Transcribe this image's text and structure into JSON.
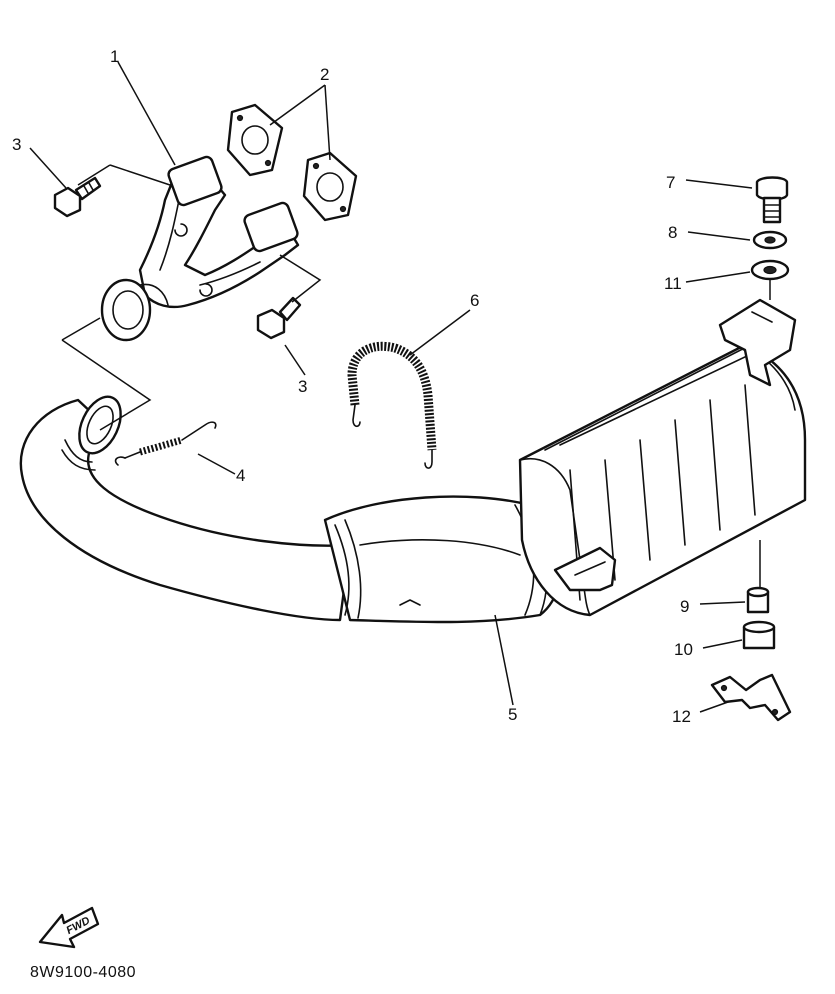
{
  "diagram": {
    "part_numbers": {
      "p1": "1",
      "p2": "2",
      "p3a": "3",
      "p3b": "3",
      "p4": "4",
      "p5": "5",
      "p6": "6",
      "p7": "7",
      "p8": "8",
      "p9": "9",
      "p10": "10",
      "p11": "11",
      "p12": "12"
    },
    "direction_label": "FWD",
    "drawing_code": "8W9100-4080"
  }
}
